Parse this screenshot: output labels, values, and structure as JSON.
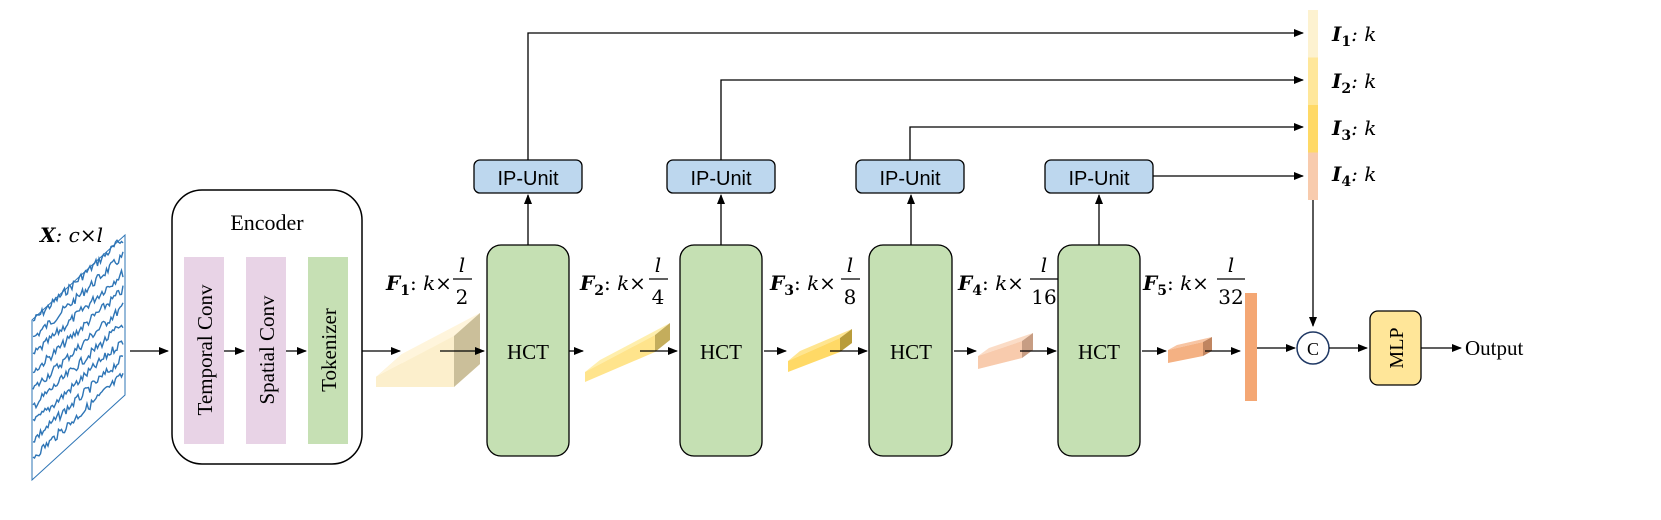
{
  "input": {
    "var": "X",
    "dims": "c×l"
  },
  "encoder": {
    "title": "Encoder",
    "blocks": [
      "Temporal Conv",
      "Spatial Conv",
      "Tokenizer"
    ]
  },
  "hct_label": "HCT",
  "ip_unit_label": "IP-Unit",
  "features": [
    {
      "var": "F",
      "sub": "1",
      "k": "k×",
      "num": "l",
      "den": "2"
    },
    {
      "var": "F",
      "sub": "2",
      "k": "k×",
      "num": "l",
      "den": "4"
    },
    {
      "var": "F",
      "sub": "3",
      "k": "k×",
      "num": "l",
      "den": "8"
    },
    {
      "var": "F",
      "sub": "4",
      "k": "k×",
      "num": "l",
      "den": "16"
    },
    {
      "var": "F",
      "sub": "5",
      "k": "k×",
      "num": "l",
      "den": "32"
    }
  ],
  "outputs_I": [
    {
      "var": "I",
      "sub": "1",
      "rest": ": k"
    },
    {
      "var": "I",
      "sub": "2",
      "rest": ": k"
    },
    {
      "var": "I",
      "sub": "3",
      "rest": ": k"
    },
    {
      "var": "I",
      "sub": "4",
      "rest": ": k"
    }
  ],
  "concat_label": "C",
  "mlp_label": "MLP",
  "output_label": "Output",
  "colors": {
    "encoder_pink": "#e8d3e6",
    "encoder_green": "#c6e0b4",
    "hct_green": "#c5e0b3",
    "ip_blue": "#bdd7ee",
    "mlp_yellow": "#ffe699",
    "slab_1": "#fcefcc",
    "slab_2": "#ffe48c",
    "slab_3": "#ffd966",
    "slab_4": "#f8cbad",
    "slab_5": "#f4b183",
    "bar_orange": "#f4a774",
    "signal_blue": "#2e75b6"
  }
}
